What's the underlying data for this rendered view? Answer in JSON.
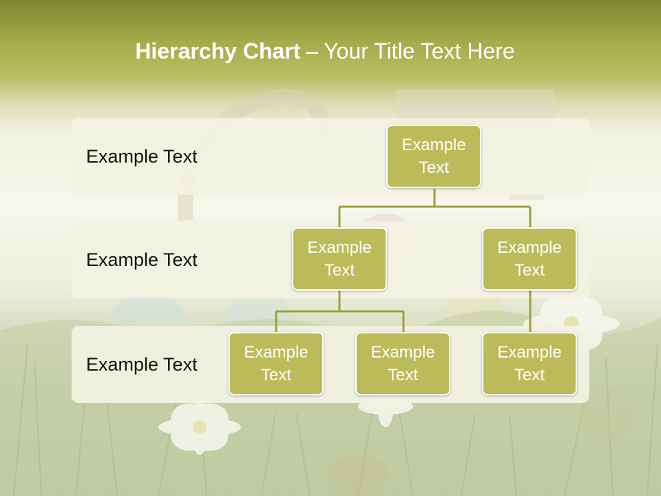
{
  "title": {
    "bold": "Hierarchy Chart",
    "dash": "–",
    "rest": "Your Title Text Here"
  },
  "colors": {
    "header_olive": "#8b9238",
    "node_fill": "#bcbb5a",
    "node_border": "#ffffff",
    "connector": "#9aa03e",
    "band_fill": "#f2f2e2"
  },
  "rows": [
    {
      "label": "Example Text"
    },
    {
      "label": "Example Text"
    },
    {
      "label": "Example Text"
    }
  ],
  "nodes": {
    "root": "Example Text",
    "level2_left": "Example Text",
    "level2_right": "Example Text",
    "level3_a": "Example Text",
    "level3_b": "Example Text",
    "level3_c": "Example Text"
  }
}
